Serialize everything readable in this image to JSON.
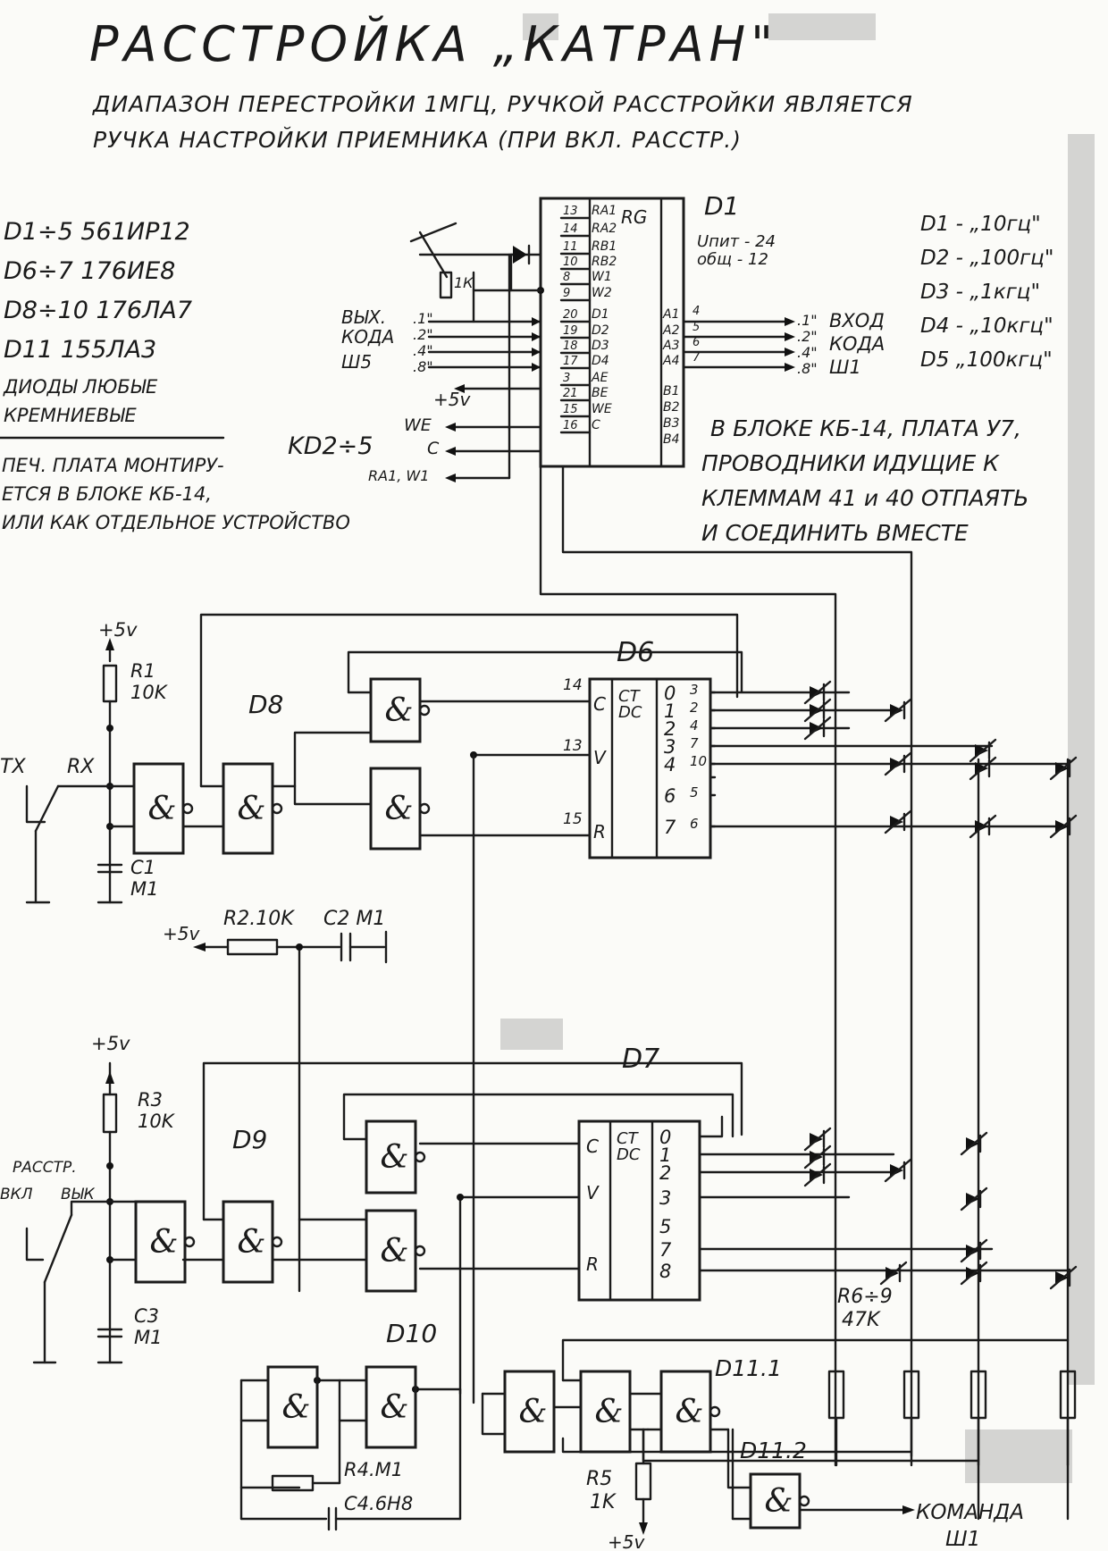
{
  "header": {
    "title": "РАССТРОЙКА „КАТРАН\"",
    "line1": "ДИАПАЗОН ПЕРЕСТРОЙКИ 1МГЦ, РУЧКОЙ РАССТРОЙКИ ЯВЛЯЕТСЯ",
    "line2": "РУЧКА НАСТРОЙКИ ПРИЕМНИКА (ПРИ ВКЛ. РАССТР.)"
  },
  "parts": [
    "D1÷5 561ИР12",
    "D6÷7 176ИЕ8",
    "D8÷10 176ЛА7",
    "D11 155ЛА3",
    "ДИОДЫ ЛЮБЫЕ",
    "КРЕМНИЕВЫЕ"
  ],
  "pcb_note": [
    "ПЕЧ. ПЛАТА МОНТИРУ-",
    "ЕТСЯ В БЛОКЕ КБ-14,",
    "ИЛИ КАК ОТДЕЛЬНОЕ УСТРОЙСТВО"
  ],
  "kb_note": [
    "В БЛОКЕ КБ-14, ПЛАТА У7,",
    "ПРОВОДНИКИ ИДУЩИЕ К",
    "КЛЕММАМ 41 и 40 ОТПАЯТЬ",
    "И СОЕДИНИТЬ ВМЕСТЕ"
  ],
  "digits": [
    "D1 - „10гц\"",
    "D2 - „100гц\"",
    "D3 - „1кгц\"",
    "D4 - „10кгц\"",
    "D5 „100кгц\""
  ],
  "d1": {
    "name": "D1",
    "func": "RG",
    "supply": "Uпит - 24",
    "common": "общ - 12",
    "left_pins": [
      {
        "num": "13",
        "label": "RA1"
      },
      {
        "num": "14",
        "label": "RA2"
      },
      {
        "num": "11",
        "label": "RB1"
      },
      {
        "num": "10",
        "label": "RB2"
      },
      {
        "num": "8",
        "label": "W1"
      },
      {
        "num": "9",
        "label": "W2"
      },
      {
        "num": "20",
        "label": "D1"
      },
      {
        "num": "19",
        "label": "D2"
      },
      {
        "num": "18",
        "label": "D3"
      },
      {
        "num": "17",
        "label": "D4"
      },
      {
        "num": "3",
        "label": "AE"
      },
      {
        "num": "21",
        "label": "BE"
      },
      {
        "num": "15",
        "label": "WE"
      },
      {
        "num": "16",
        "label": "C"
      }
    ],
    "right_pins": [
      {
        "num": "4",
        "label": "A1"
      },
      {
        "num": "5",
        "label": "A2"
      },
      {
        "num": "6",
        "label": "A3"
      },
      {
        "num": "7",
        "label": "A4"
      },
      {
        "num": "",
        "label": "B1"
      },
      {
        "num": "",
        "label": "B2"
      },
      {
        "num": "",
        "label": "B3"
      },
      {
        "num": "",
        "label": "B4"
      }
    ],
    "input_title": [
      "ВЫХ.",
      "КОДА",
      "Ш5"
    ],
    "input_codes": [
      ".1\"",
      ".2\"",
      ".4\"",
      ".8\""
    ],
    "output_codes": [
      ".1\"",
      ".2\"",
      ".4\"",
      ".8\""
    ],
    "output_title": [
      "ВХОД",
      "КОДА",
      "Ш1"
    ],
    "plus5": "+5v",
    "we": "WE",
    "c": "C",
    "ra1w1": "RA1, W1",
    "kd": "KD2÷5",
    "res_1k": "1К"
  },
  "top_section": {
    "plus5": "+5v",
    "r1": [
      "R1",
      "10K"
    ],
    "c1": [
      "C1",
      "M1"
    ],
    "tx": "TX",
    "rx": "RX",
    "d8": "D8",
    "d6": "D6",
    "r2": "R2.10K",
    "c2": "С2 М1",
    "plus5b": "+5v",
    "counter": {
      "func": [
        "CT",
        "DC"
      ],
      "c": "C",
      "v": "V",
      "r": "R",
      "pin_c": "14",
      "pin_v": "13",
      "pin_r": "15",
      "outs": [
        "0",
        "1",
        "2",
        "3",
        "4",
        "6",
        "7"
      ],
      "out_pins": [
        "3",
        "2",
        "4",
        "7",
        "10",
        "5",
        "6"
      ]
    }
  },
  "bottom_section": {
    "plus5": "+5v",
    "r3": [
      "R3",
      "10K"
    ],
    "c3": [
      "C3",
      "M1"
    ],
    "switch": [
      "РАССТР.",
      "ВКЛ",
      "ВЫК"
    ],
    "d9": "D9",
    "d7": "D7",
    "counter": {
      "func": [
        "CT",
        "DC"
      ],
      "c": "C",
      "v": "V",
      "r": "R",
      "outs": [
        "0",
        "1",
        "2",
        "3",
        "5",
        "7",
        "8"
      ]
    },
    "r69": [
      "R6÷9",
      "47K"
    ],
    "d10": "D10",
    "r4": "R4.M1",
    "c4": "C4.6H8",
    "d111": "D11.1",
    "d112": "D11.2",
    "r5": [
      "R5",
      "1K"
    ],
    "command": [
      "КОМАНДА",
      "Ш1"
    ]
  },
  "gate_symbol": "&"
}
